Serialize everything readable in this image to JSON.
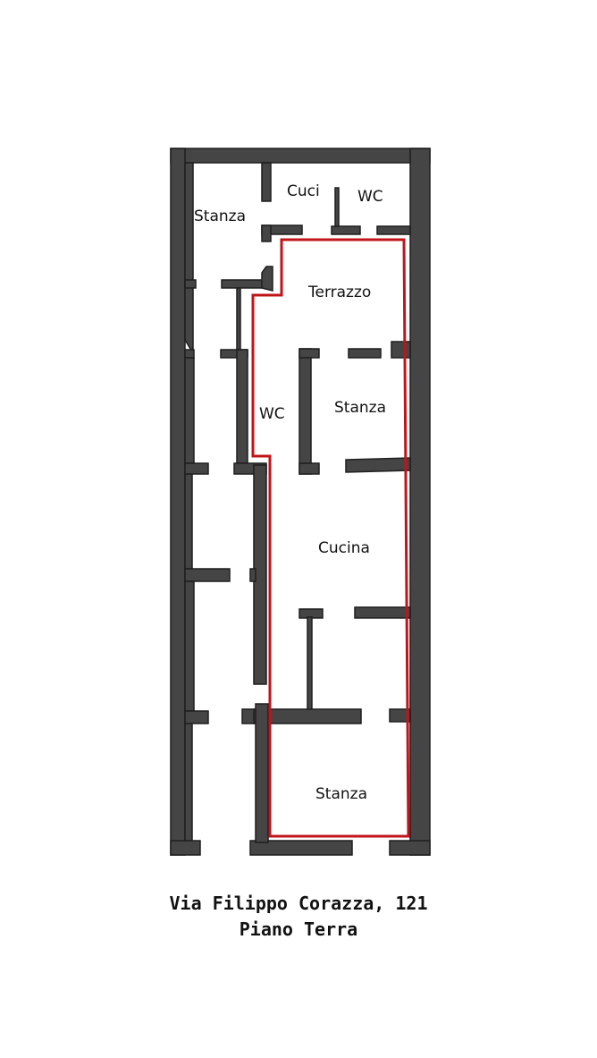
{
  "rooms": {
    "stanza_top_left": "Stanza",
    "cuci": "Cuci",
    "wc_top": "WC",
    "terrazzo": "Terrazzo",
    "wc_middle": "WC",
    "stanza_middle": "Stanza",
    "cucina": "Cucina",
    "stanza_bottom": "Stanza"
  },
  "caption": {
    "address": "Via Filippo Corazza, 121",
    "floor": "Piano Terra"
  },
  "colors": {
    "walls": "#454545",
    "highlight": "#c0141a"
  }
}
